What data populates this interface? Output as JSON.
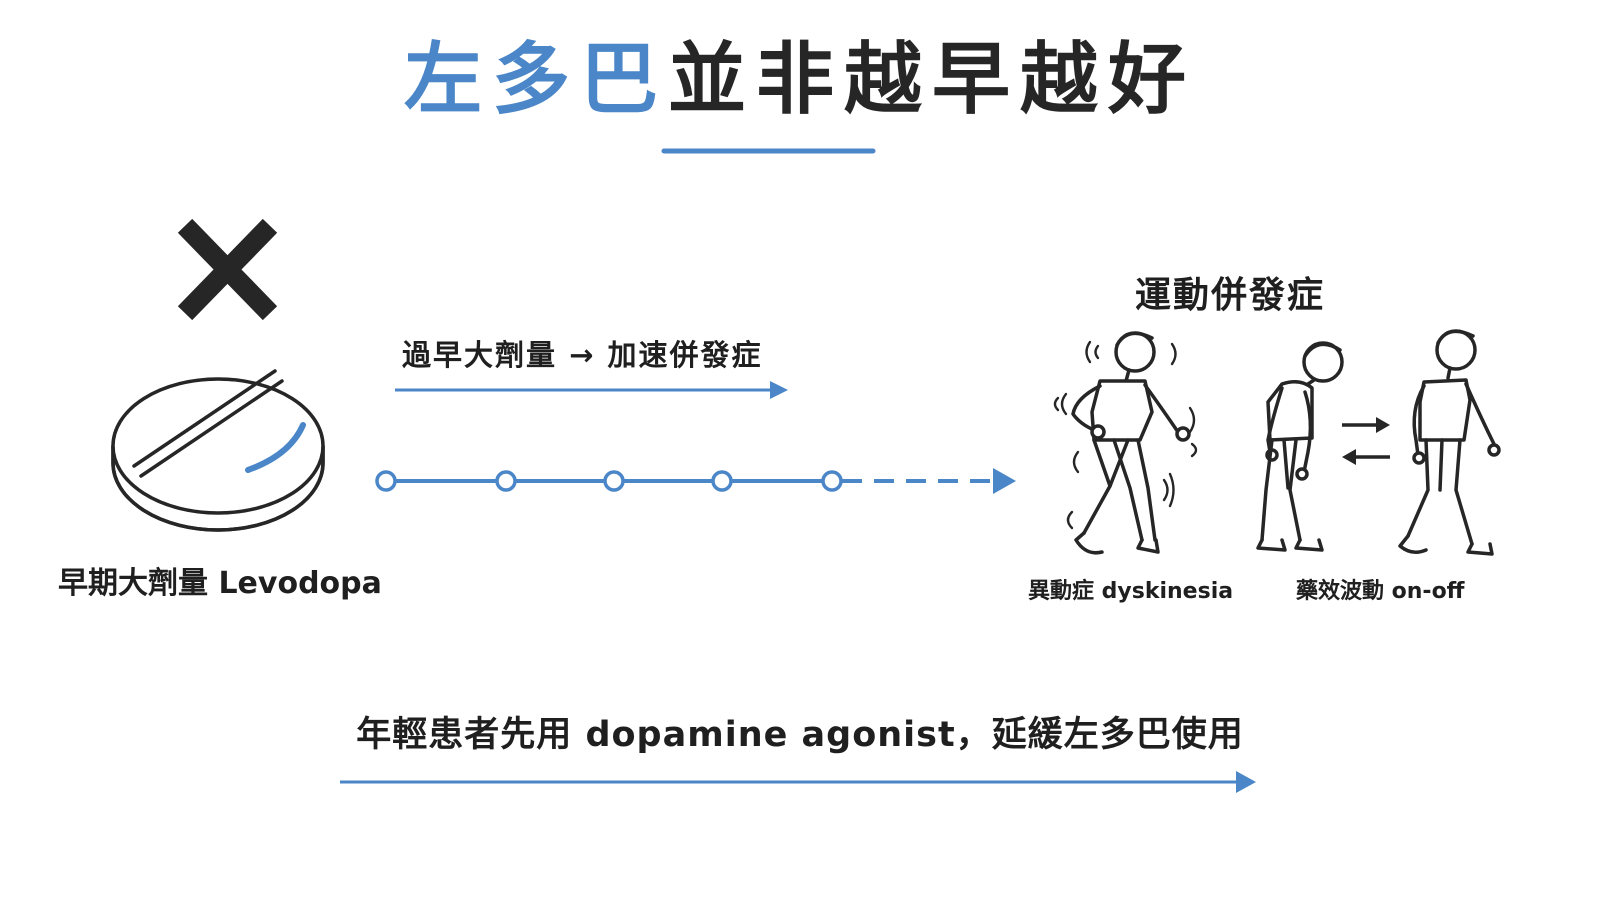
{
  "title": {
    "highlight": "左多巴",
    "rest": "並非越早越好"
  },
  "labels": {
    "early_high_dose": "早期大劑量 Levodopa",
    "arrow_caption": "過早大劑量 → 加速併發症",
    "complications_heading": "運動併發症",
    "dyskinesia": "異動症 dyskinesia",
    "on_off": "藥效波動 on-off",
    "bottom_caption": "年輕患者先用 dopamine agonist，延緩左多巴使用"
  },
  "icons": [
    "x-mark-icon",
    "pill-icon",
    "dyskinesia-figure-icon",
    "slumped-figure-icon",
    "swap-arrows-icon",
    "walking-figure-icon"
  ],
  "colors": {
    "accent": "#4a86c8",
    "ink": "#262626",
    "background": "#ffffff"
  },
  "timeline": {
    "solid_nodes": 5,
    "dashed_tail": true
  }
}
